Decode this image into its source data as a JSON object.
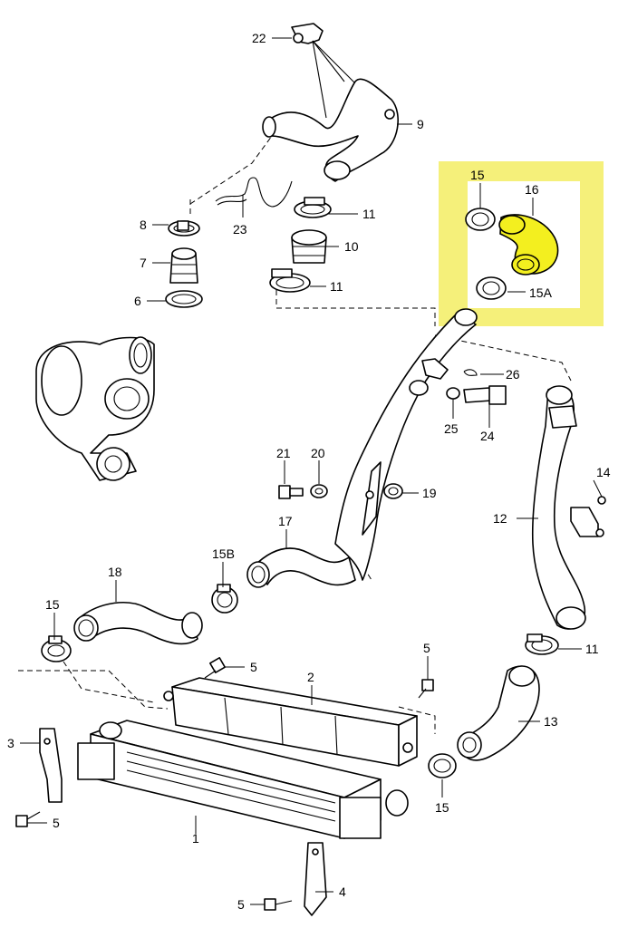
{
  "highlight_color": "#f5f07a",
  "hose_color": "#f3ef1f",
  "callouts": [
    {
      "id": "c22",
      "text": "22"
    },
    {
      "id": "c9",
      "text": "9"
    },
    {
      "id": "c8",
      "text": "8"
    },
    {
      "id": "c7",
      "text": "7"
    },
    {
      "id": "c6",
      "text": "6"
    },
    {
      "id": "c23",
      "text": "23"
    },
    {
      "id": "c11a",
      "text": "11"
    },
    {
      "id": "c10",
      "text": "10"
    },
    {
      "id": "c11b",
      "text": "11"
    },
    {
      "id": "c15a",
      "text": "15"
    },
    {
      "id": "c16",
      "text": "16"
    },
    {
      "id": "c15A",
      "text": "15A"
    },
    {
      "id": "c26",
      "text": "26"
    },
    {
      "id": "c25",
      "text": "25"
    },
    {
      "id": "c24",
      "text": "24"
    },
    {
      "id": "c21",
      "text": "21"
    },
    {
      "id": "c20",
      "text": "20"
    },
    {
      "id": "c19",
      "text": "19"
    },
    {
      "id": "c14",
      "text": "14"
    },
    {
      "id": "c12",
      "text": "12"
    },
    {
      "id": "c17",
      "text": "17"
    },
    {
      "id": "c15B",
      "text": "15B"
    },
    {
      "id": "c18",
      "text": "18"
    },
    {
      "id": "c15b",
      "text": "15"
    },
    {
      "id": "c11c",
      "text": "11"
    },
    {
      "id": "c5a",
      "text": "5"
    },
    {
      "id": "c5b",
      "text": "5"
    },
    {
      "id": "c2",
      "text": "2"
    },
    {
      "id": "c13",
      "text": "13"
    },
    {
      "id": "c3",
      "text": "3"
    },
    {
      "id": "c15c",
      "text": "15"
    },
    {
      "id": "c5c",
      "text": "5"
    },
    {
      "id": "c1",
      "text": "1"
    },
    {
      "id": "c4",
      "text": "4"
    },
    {
      "id": "c5d",
      "text": "5"
    }
  ]
}
